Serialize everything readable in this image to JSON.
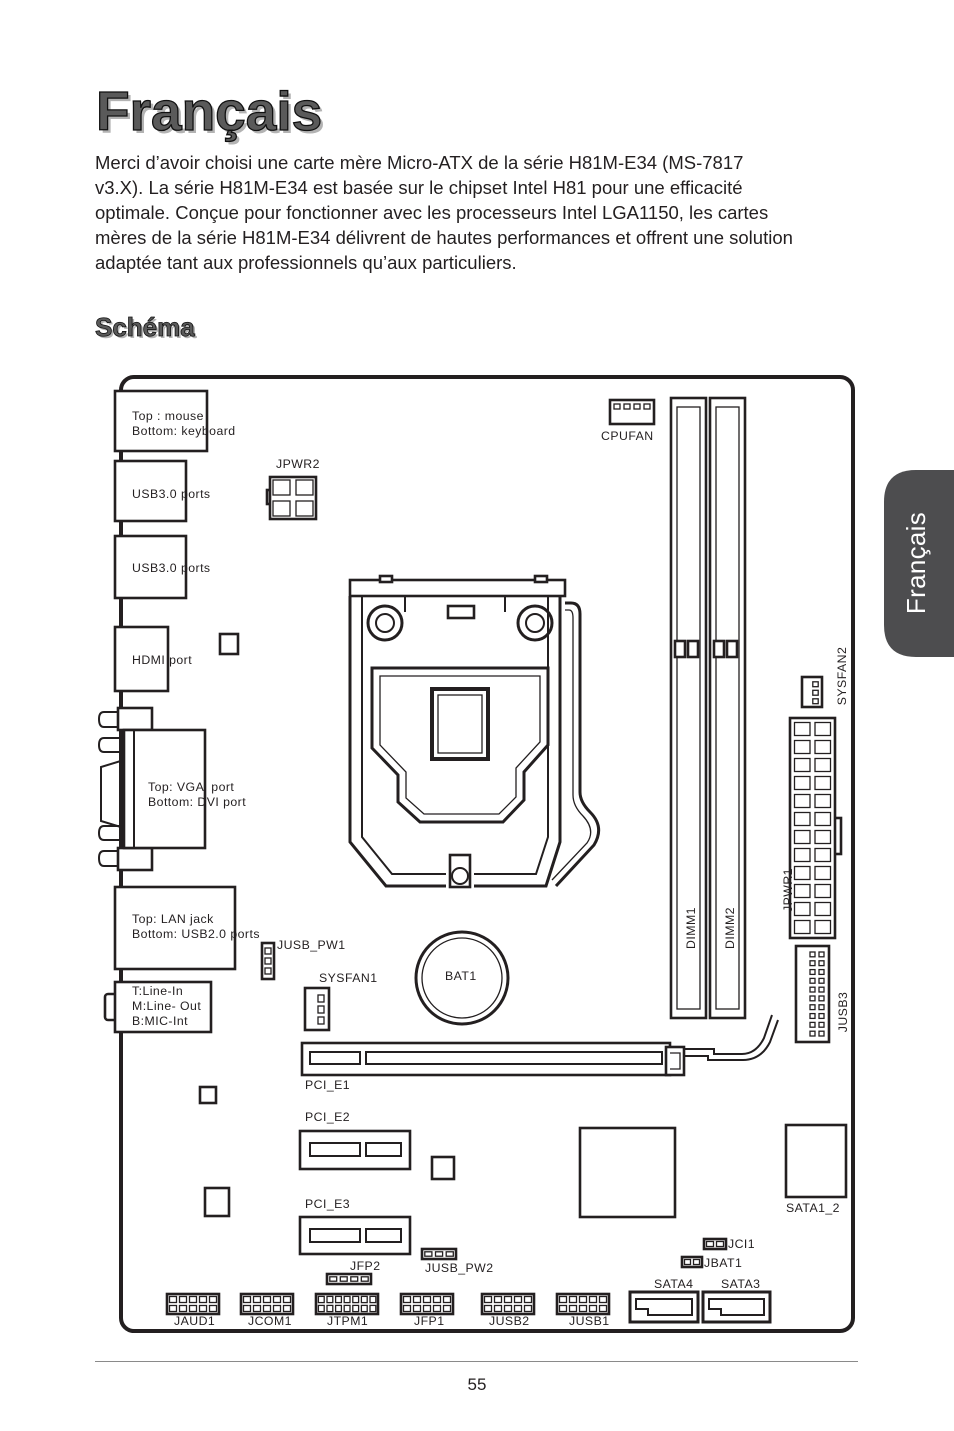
{
  "page": {
    "title": "Français",
    "intro_lines": [
      "Merci d’avoir choisi une carte mère Micro-ATX de la série H81M-E34 (MS-7817",
      "v3.X). La série H81M-E34 est basée sur le chipset Intel H81 pour une efficacité",
      "optimale. Conçue pour fonctionner avec les processeurs Intel LGA1150, les cartes",
      "mères de la série H81M-E34 délivrent de hautes performances et offrent une solution",
      "adaptée tant aux professionnels qu’aux particuliers."
    ],
    "section_heading": "Schéma",
    "side_tab": "Français",
    "page_number": "55"
  },
  "colors": {
    "side_tab": "#4d4d4f",
    "text": "#231f20"
  },
  "diagram": {
    "io_ps2": {
      "line1": "Top : mouse",
      "line2": "Bottom: keyboard"
    },
    "io_usb3_top": "USB3.0 ports",
    "io_usb3_bottom": "USB3.0 ports",
    "io_hdmi": "HDMI port",
    "io_vga_dvi": {
      "line1": "Top: VGA  port",
      "line2": "Bottom: DVI port"
    },
    "io_lan": {
      "line1": "Top: LAN jack",
      "line2": "Bottom: USB2.0 ports"
    },
    "io_audio": {
      "line1": "T:Line-In",
      "line2": "M:Line- Out",
      "line3": "B:MIC-Int"
    },
    "jpwr2": "JPWR2",
    "cpufan": "CPUFAN",
    "dimm1": "DIMM1",
    "dimm2": "DIMM2",
    "sysfan2": "SYSFAN2",
    "jpwr1": "JPWR1",
    "jusb3": "JUSB3",
    "bat1": "BAT1",
    "jusb_pw1": "JUSB_PW1",
    "sysfan1": "SYSFAN1",
    "pci_e1": "PCI_E1",
    "pci_e2": "PCI_E2",
    "pci_e3": "PCI_E3",
    "sata1_2": "SATA1_2",
    "jci1": "JCI1",
    "jbat1": "JBAT1",
    "jfp2": "JFP2",
    "jusb_pw2": "JUSB_PW2",
    "sata4": "SATA4",
    "sata3": "SATA3",
    "jaud1": "JAUD1",
    "jcom1": "JCOM1",
    "jtpm1": "JTPM1",
    "jfp1": "JFP1",
    "jusb2": "JUSB2",
    "jusb1": "JUSB1"
  }
}
